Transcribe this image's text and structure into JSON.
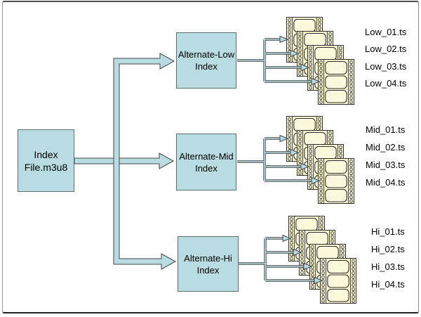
{
  "root_node": {
    "line1": "Index",
    "line2": "File.m3u8"
  },
  "groups": [
    {
      "name": "low",
      "node": {
        "line1": "Alternate-Low",
        "line2": "Index"
      },
      "files": [
        "Low_01.ts",
        "Low_02.ts",
        "Low_03.ts",
        "Low_04.ts"
      ]
    },
    {
      "name": "mid",
      "node": {
        "line1": "Alternate-Mid",
        "line2": "Index"
      },
      "files": [
        "Mid_01.ts",
        "Mid_02.ts",
        "Mid_03.ts",
        "Mid_04.ts"
      ]
    },
    {
      "name": "hi",
      "node": {
        "line1": "Alternate-Hi",
        "line2": "Index"
      },
      "files": [
        "Hi_01.ts",
        "Hi_02.ts",
        "Hi_03.ts",
        "Hi_04.ts"
      ]
    }
  ],
  "icons": {
    "film_strip_icon": "video segment (film strip)"
  },
  "colors": {
    "background": "#ffffff",
    "canvas_border": "#4f4f4f",
    "node_fill": "#b9dce2",
    "node_border": "#5c6f75",
    "arrow_fill": "#b9dce2",
    "arrow_outline": "#464646",
    "film_fill": "#f8f6d1",
    "film_frame_fill": "#fbf9dc",
    "film_outline": "#2e2e2e",
    "text": "#000000"
  }
}
